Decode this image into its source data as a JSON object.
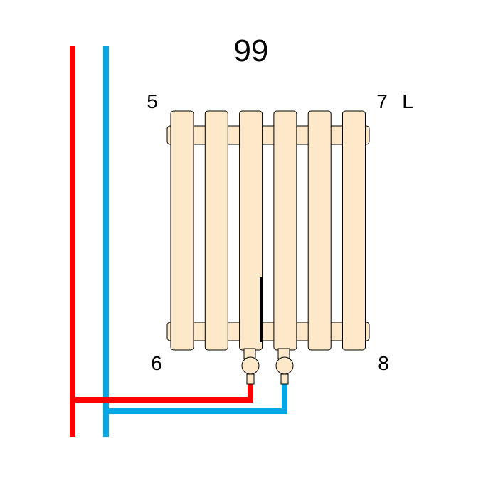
{
  "title": "99",
  "corner_labels": {
    "top_left": "5",
    "top_right": "7",
    "bottom_left": "6",
    "bottom_right": "8"
  },
  "side_label": "L",
  "radiator": {
    "sections": 6,
    "fill_color": "#FDE9C9",
    "outline_color": "#000000"
  },
  "pipes": {
    "supply_color": "#FF0000",
    "return_color": "#00A9E6"
  }
}
